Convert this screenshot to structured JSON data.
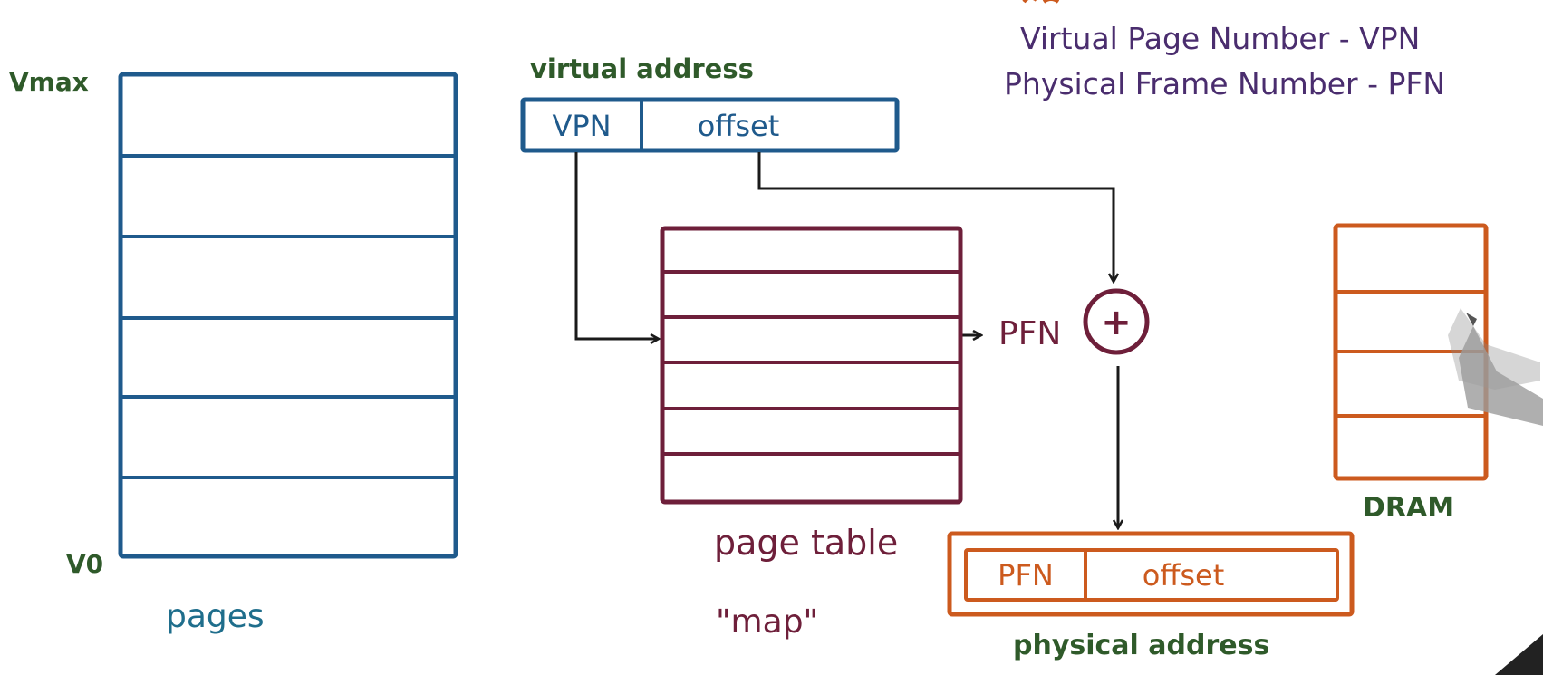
{
  "virtual_memory": {
    "top_label": "Vmax",
    "bottom_label": "V0",
    "caption": "pages"
  },
  "virtual_address": {
    "title": "virtual address",
    "vpn": "VPN",
    "offset": "offset"
  },
  "page_table": {
    "caption": "page table",
    "sub_caption": "\"map\"",
    "output_label": "PFN"
  },
  "adder": {
    "symbol": "+"
  },
  "physical_address": {
    "title": "physical address",
    "pfn": "PFN",
    "offset": "offset"
  },
  "dram": {
    "label": "DRAM"
  },
  "notes": {
    "line1": "Virtual Page Number - VPN",
    "line2": "Physical Frame Number - PFN"
  },
  "colors": {
    "virtual": "#1f5a8c",
    "page_table": "#6e1f3a",
    "physical": "#cc5a1e",
    "label_green": "#2f5a2a",
    "notes_purple": "#4a2d6e",
    "arrow": "#1a1a1a"
  }
}
